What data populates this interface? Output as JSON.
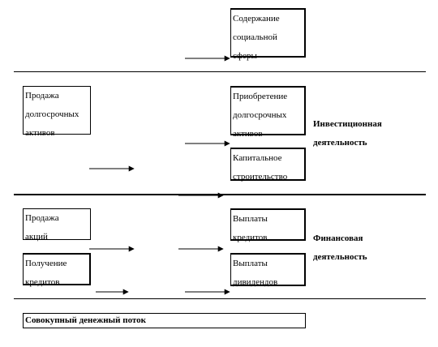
{
  "boxes": {
    "social": [
      "Содержание",
      "социальной",
      "сферы"
    ],
    "sell_long_term": [
      "Продажа",
      "долгосрочных",
      "активов"
    ],
    "buy_long_term": [
      "Приобретение",
      "долгосрочных",
      "активов"
    ],
    "capital_construction": [
      "Капитальное",
      "строительство"
    ],
    "sell_shares": [
      "Продажа",
      "акций"
    ],
    "receive_credits": [
      "Получение",
      "кредитов"
    ],
    "pay_credits": [
      "Выплаты",
      "кредитов"
    ],
    "pay_dividends": [
      "Выплаты",
      "дивидендов"
    ]
  },
  "sections": {
    "investment": [
      "Инвестиционная",
      "деятельность"
    ],
    "financial": [
      "Финансовая",
      "деятельность"
    ]
  },
  "total": "Совокупный денежный поток"
}
